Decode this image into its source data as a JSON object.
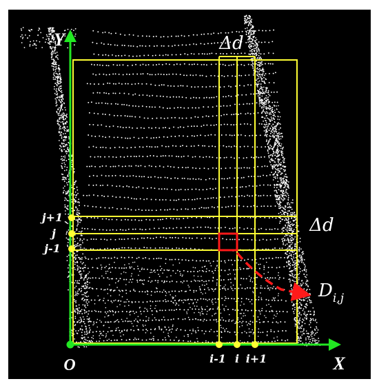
{
  "labels": {
    "axis_x": "X",
    "axis_y": "Y",
    "origin": "O",
    "delta_d_top": "Δd",
    "delta_d_right": "Δd",
    "d_ij_main": "D",
    "d_ij_sub": "i,j",
    "tick_i_minus": "i-1",
    "tick_i": "i",
    "tick_i_plus": "i+1",
    "tick_j_plus": "j+1",
    "tick_j": "j",
    "tick_j_minus": "j-1"
  },
  "colors": {
    "background": "#000000",
    "frame": "#ffffff",
    "axis": "#22e822",
    "grid": "#ffff33",
    "cell": "#ff1a1a",
    "arrow": "#ff1a1a",
    "points": "#ffffff",
    "labels": "#ffffff"
  }
}
